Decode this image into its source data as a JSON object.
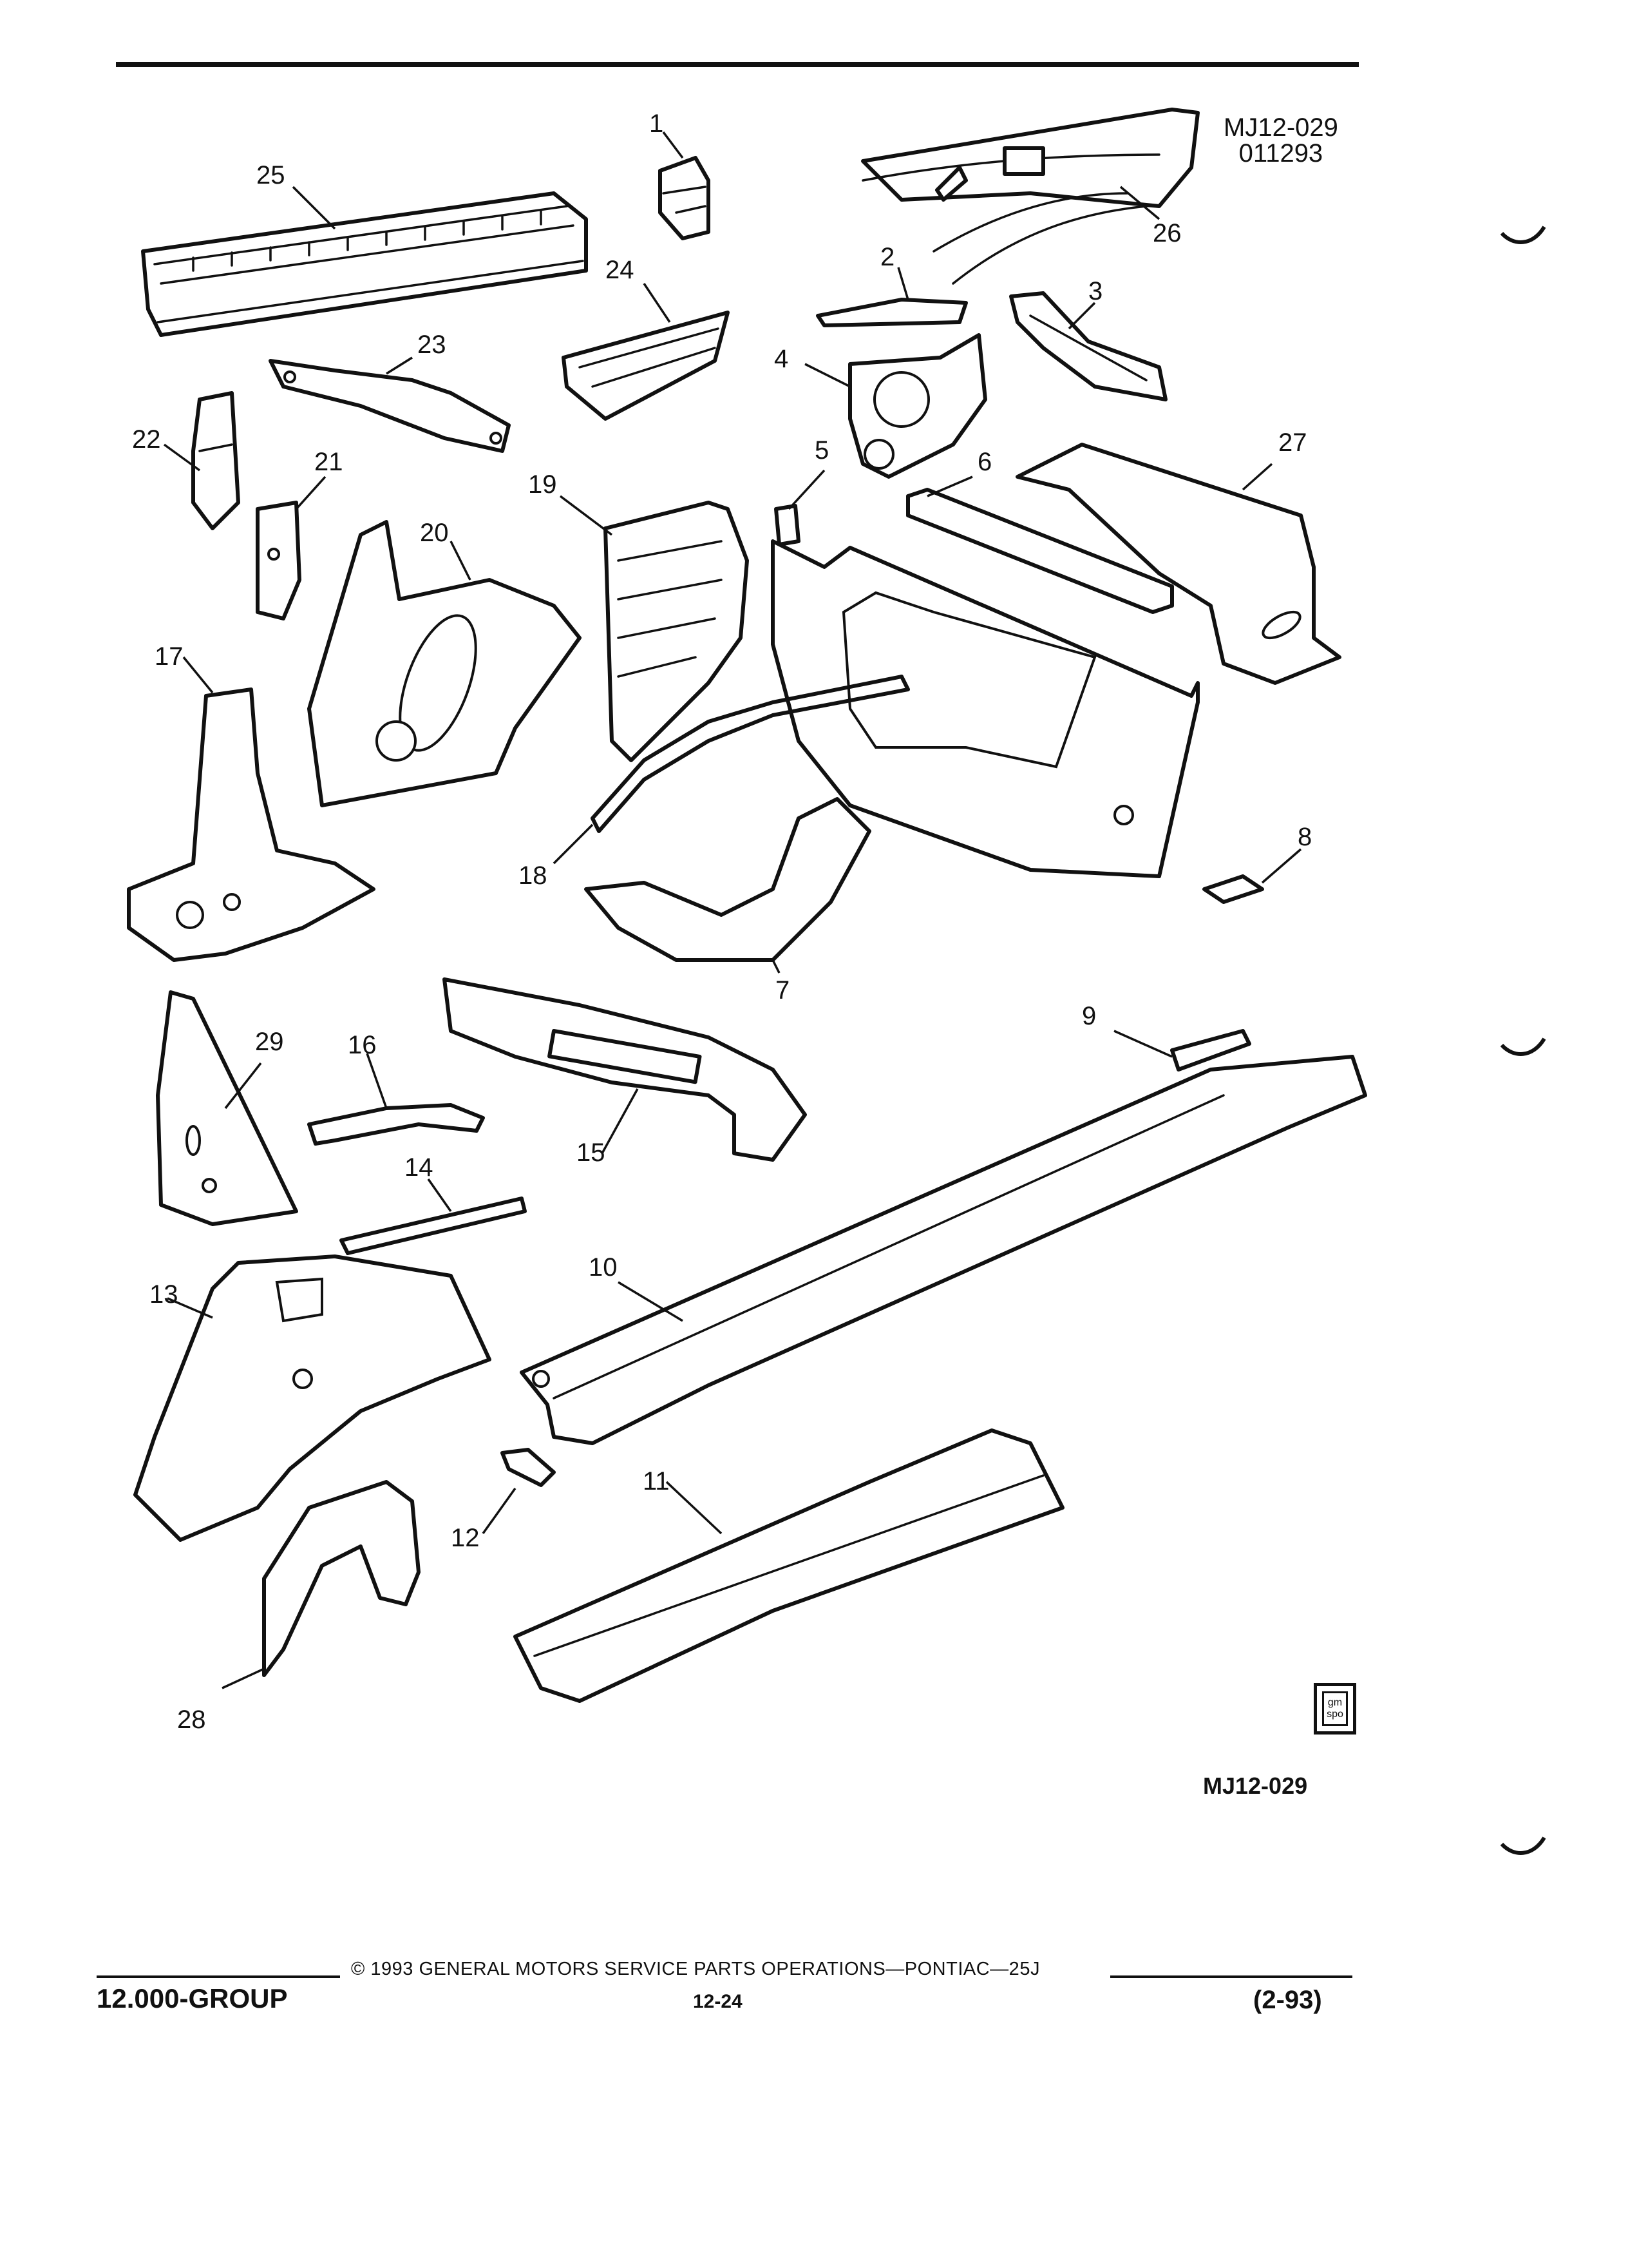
{
  "figure": {
    "code_top": "MJ12-029",
    "date_code": "011293",
    "code_bottom": "MJ12-029",
    "logo_text": "gm spo"
  },
  "callouts": [
    "1",
    "2",
    "3",
    "4",
    "5",
    "6",
    "7",
    "8",
    "9",
    "10",
    "11",
    "12",
    "13",
    "14",
    "15",
    "16",
    "17",
    "18",
    "19",
    "20",
    "21",
    "22",
    "23",
    "24",
    "25",
    "26",
    "27",
    "28",
    "29"
  ],
  "footer": {
    "copyright": "© 1993 GENERAL MOTORS SERVICE PARTS OPERATIONS—PONTIAC—25J",
    "group": "12.000-GROUP",
    "page": "12-24",
    "date": "(2-93)"
  }
}
